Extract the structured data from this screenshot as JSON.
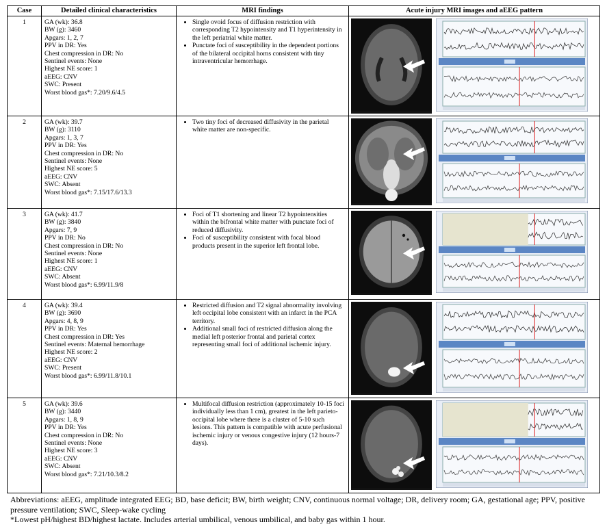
{
  "headers": {
    "case": "Case",
    "clinical": "Detailed clinical characteristics",
    "mri": "MRI findings",
    "images": "Acute injury MRI images and aEEG pattern"
  },
  "cases": [
    {
      "case": "1",
      "clinical": [
        "GA (wk): 36.8",
        "BW (g): 3460",
        "Apgars: 1, 2, 7",
        "PPV in DR: Yes",
        "Chest compression in DR: No",
        "Sentinel events: None",
        "Highest NE score: 1",
        "aEEG: CNV",
        "SWC: Present",
        "Worst blood gas*: 7.20/9.6/4.5"
      ],
      "mri": [
        "Single ovoid focus of diffusion restriction with corresponding T2 hypointensity and T1 hyperintensity in the left periatrial white matter.",
        "Punctate foci of susceptibility in the dependent portions of the bilateral occipital horns consistent with tiny intraventricular hemorrhage."
      ],
      "mri_icon": "axial-dwi-brain-arrow-icon",
      "eeg_icon": "aeeg-trace-icon"
    },
    {
      "case": "2",
      "clinical": [
        "GA (wk): 39.7",
        "BW (g): 3110",
        "Apgars: 1, 3, 7",
        "PPV in DR: Yes",
        "Chest compression in DR: No",
        "Sentinel events: None",
        "Highest NE score: 5",
        "aEEG: CNV",
        "SWC: Absent",
        "Worst blood gas*: 7.15/17.6/13.3"
      ],
      "mri": [
        "Two tiny foci of decreased diffusivity in the parietal white matter are non-specific."
      ],
      "mri_icon": "coronal-t2-brain-arrow-icon",
      "eeg_icon": "aeeg-trace-icon"
    },
    {
      "case": "3",
      "clinical": [
        "GA (wk): 41.7",
        "BW (g): 3840",
        "Apgars: 7, 9",
        "PPV in DR: No",
        "Chest compression in DR: No",
        "Sentinel events: None",
        "Highest NE score: 1",
        "aEEG: CNV",
        "SWC: Absent",
        "Worst blood gas*: 6.99/11.9/8"
      ],
      "mri": [
        "Foci of T1 shortening and linear T2 hypointensities within the bifrontal white matter with punctate foci of reduced diffusivity.",
        "Foci of susceptibility consistent with focal blood products present in the superior left frontal lobe."
      ],
      "mri_icon": "axial-swi-brain-arrow-icon",
      "eeg_icon": "aeeg-trace-icon"
    },
    {
      "case": "4",
      "clinical": [
        "GA (wk): 39.4",
        "BW (g): 3690",
        "Apgars: 4, 8, 9",
        "PPV in DR: Yes",
        "Chest compression in DR: Yes",
        "Sentinel events: Maternal hemorrhage",
        "Highest NE score: 2",
        "aEEG: CNV",
        "SWC: Present",
        "Worst blood gas*: 6.99/11.8/10.1"
      ],
      "mri": [
        "Restricted diffusion and T2 signal abnormality involving left occipital lobe consistent with an infarct in the PCA territory.",
        "Additional small foci of restricted diffusion along the medial left posterior frontal and parietal cortex representing small foci of additional ischemic injury."
      ],
      "mri_icon": "axial-dwi-brain-arrow-icon",
      "eeg_icon": "aeeg-trace-icon"
    },
    {
      "case": "5",
      "clinical": [
        "GA (wk): 39.6",
        "BW (g): 3440",
        "Apgars: 1, 8, 9",
        "PPV in DR: Yes",
        "Chest compression in DR: No",
        "Sentinel events: None",
        "Highest NE score: 3",
        "aEEG: CNV",
        "SWC: Absent",
        "Worst blood gas*: 7.21/10.3/8.2"
      ],
      "mri": [
        "Multifocal diffusion restriction (approximately 10-15 foci individually less than 1 cm), greatest in the left parieto-occipital lobe where there is a cluster of 5-10 such lesions. This pattern is compatible with acute perfusional ischemic injury or venous congestive injury (12 hours-7 days)."
      ],
      "mri_icon": "axial-dwi-brain-arrow-icon",
      "eeg_icon": "aeeg-trace-icon"
    }
  ],
  "footnote": {
    "abbreviations": "Abbreviations: aEEG, amplitude integrated EEG; BD, base deficit; BW, birth weight; CNV, continuous normal voltage; DR, delivery room; GA, gestational age; PPV, positive pressure ventilation; SWC, Sleep-wake cycling",
    "note": "*Lowest  pH/highest  BD/highest lactate. Includes arterial umbilical, venous umbilical, and baby gas within 1 hour."
  }
}
